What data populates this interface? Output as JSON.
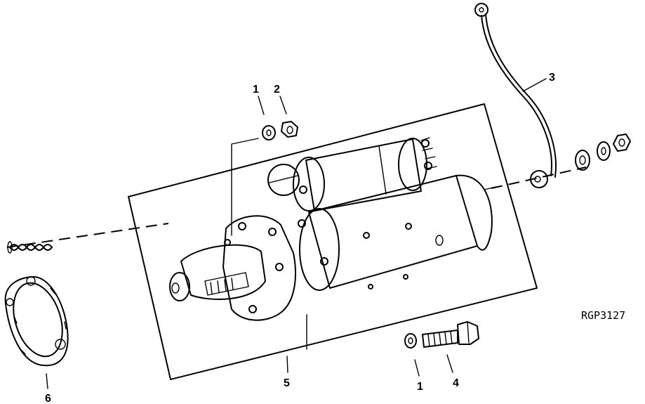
{
  "figure_id": "RGP3127",
  "callouts": [
    "1",
    "2",
    "3",
    "1",
    "4",
    "5",
    "6"
  ]
}
